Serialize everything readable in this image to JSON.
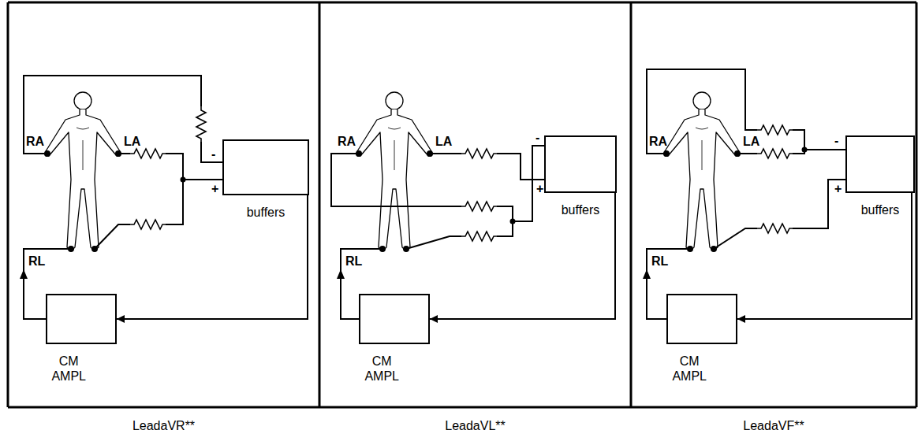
{
  "diagram": {
    "nodes": [
      {
        "text": [
          "LeadaVR**"
        ]
      },
      {
        "text": [
          "buffers"
        ],
        "in": 0
      },
      {
        "text": [
          "CM AMPL"
        ],
        "in": 0
      },
      {
        "text": [
          "LeadaVL**"
        ]
      },
      {
        "text": [
          "buffers"
        ],
        "in": 3
      },
      {
        "text": [
          "CM AMPL"
        ],
        "in": 3
      },
      {
        "text": [
          "LeadaVF**"
        ]
      },
      {
        "text": [
          "buffers"
        ],
        "in": 6
      },
      {
        "text": [
          "CM AMPL"
        ],
        "in": 6
      }
    ],
    "edges": [
      {
        "from": 1,
        "to": 2,
        "arrow": "to"
      },
      {
        "from": 4,
        "to": 5,
        "arrow": "to"
      },
      {
        "from": 7,
        "to": 8,
        "arrow": "to"
      }
    ],
    "labels": [
      "RA",
      "LA",
      "RL",
      "-",
      "+",
      "RA",
      "LA",
      "RL",
      "-",
      "+",
      "RA",
      "LA",
      "RL",
      "-",
      "+"
    ]
  }
}
